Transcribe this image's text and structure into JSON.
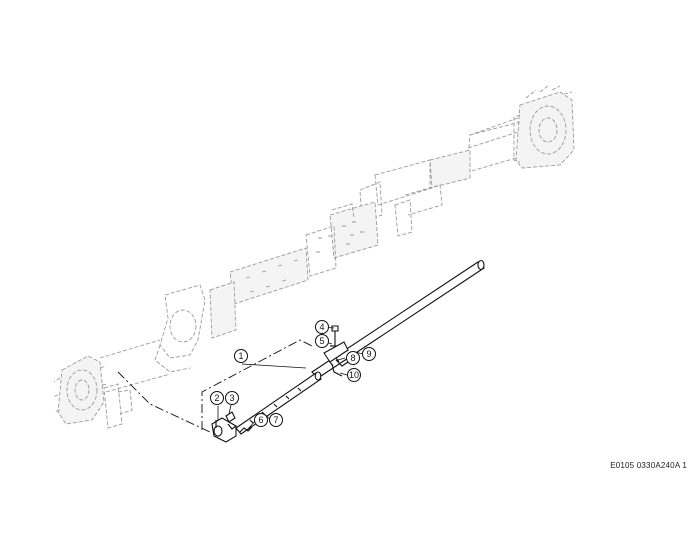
{
  "figure": {
    "reference_code": "E0105 0330A240A 1",
    "callouts": [
      {
        "number": "1"
      },
      {
        "number": "2"
      },
      {
        "number": "3"
      },
      {
        "number": "4"
      },
      {
        "number": "5"
      },
      {
        "number": "6"
      },
      {
        "number": "7"
      },
      {
        "number": "8"
      },
      {
        "number": "9"
      },
      {
        "number": "10"
      }
    ],
    "colors": {
      "line_art": "#111111",
      "ghost_outline": "#9a9a9a",
      "background": "#ffffff"
    }
  }
}
